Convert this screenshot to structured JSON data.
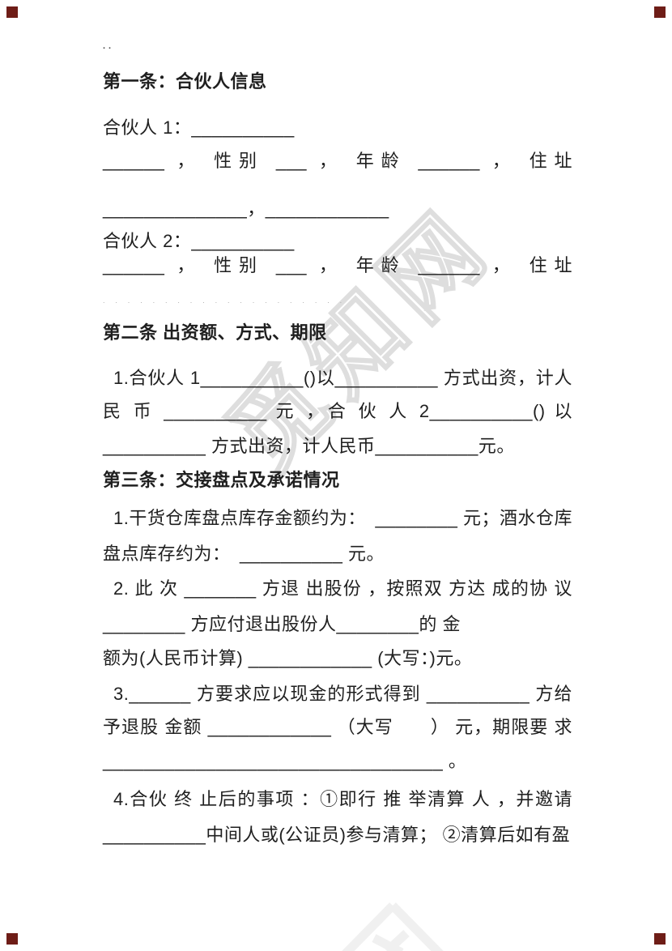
{
  "page": {
    "background_color": "#ffffff",
    "text_color": "#1f1f1f",
    "corner_mark_color": "#6e1d17"
  },
  "watermark": {
    "text": "觅知网",
    "color": "#dedede"
  },
  "doc": {
    "top_marks": "..",
    "dotted_separator": ". . . . . . . . . . . . . .   . . . . . . . . . . . . . . .",
    "lines": [
      {
        "text": "第一条：合伙人信息"
      },
      {
        "text": "合伙人 1：__________"
      },
      {
        "text": "______ ， 性别 ___ ， 年龄 ______ ， 住址"
      },
      {
        "text": "______________，____________"
      },
      {
        "text": "合伙人 2：__________"
      },
      {
        "text": "______ ， 性别 ___ ， 年龄 ______ ， 住址"
      },
      {
        "text": "第二条 出资额、方式、期限"
      },
      {
        "text": "1.合伙人 1__________()以__________ 方式出资，计人"
      },
      {
        "text": "民 币 __________ 元 ，合 伙 人 2__________() 以"
      },
      {
        "text": "__________ 方式出资，计人民币__________元。"
      },
      {
        "text": "第三条：交接盘点及承诺情况"
      },
      {
        "text": "1.干货仓库盘点库存金额约为：　________ 元；酒水仓库"
      },
      {
        "text": "盘点库存约为：　__________ 元。"
      },
      {
        "text": "2. 此 次 _______ 方退 出股份 ，按照双 方达 成的协 议"
      },
      {
        "text": "________ 方应付退出股份人________的 金"
      },
      {
        "text": "额为(人民币计算) ____________ (大写：)元。"
      },
      {
        "text": "3.______ 方要求应以现金的形式得到 __________ 方给"
      },
      {
        "text": "予退股 金额 ____________ （大写　　） 元，期限要 求"
      },
      {
        "text": "_________________________________ 。"
      },
      {
        "text": "4.合伙 终 止后的事项 ：①即行 推 举清算 人 ，并邀请"
      },
      {
        "text": "__________中间人或(公证员)参与清算； ②清算后如有盈"
      }
    ]
  }
}
